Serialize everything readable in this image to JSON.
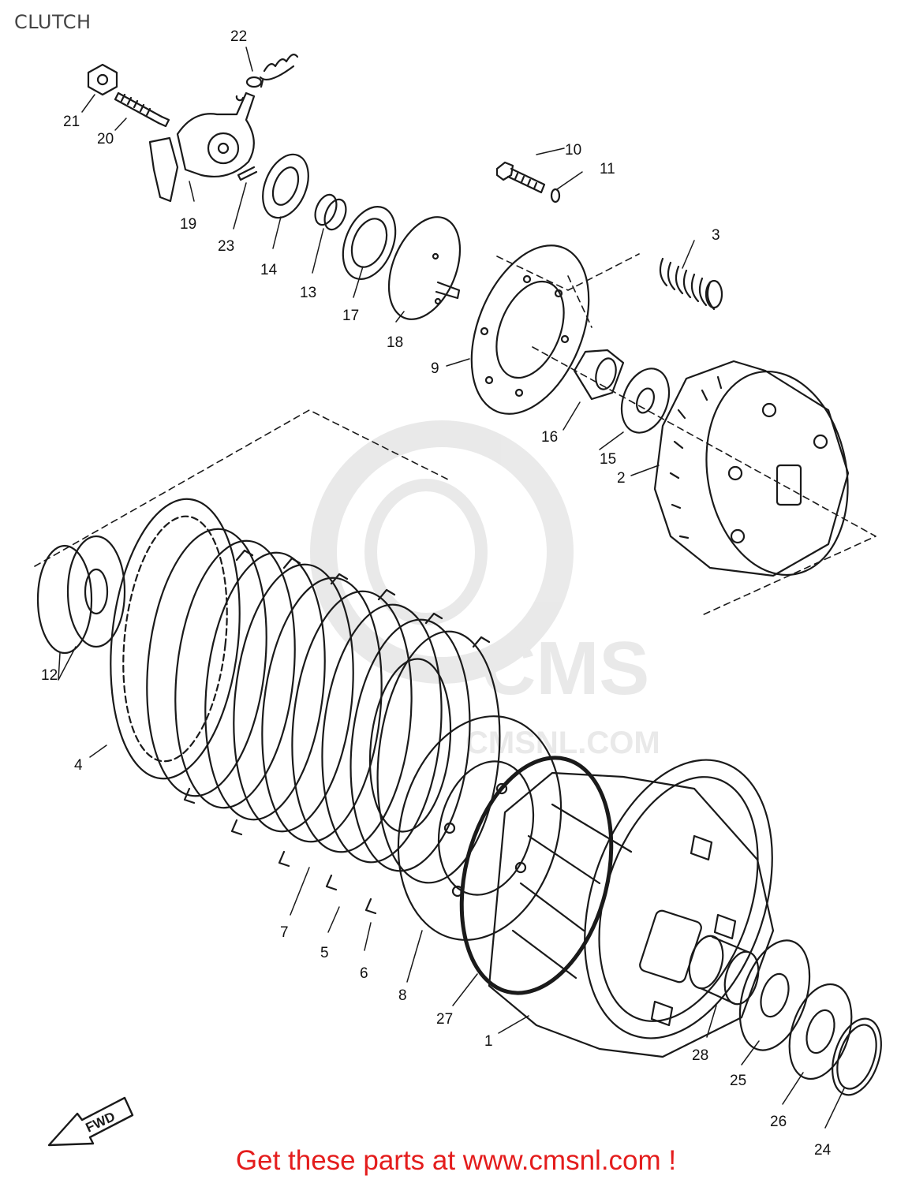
{
  "page_title": "CLUTCH",
  "callouts": [
    "1",
    "2",
    "3",
    "4",
    "5",
    "6",
    "7",
    "8",
    "9",
    "10",
    "11",
    "12",
    "13",
    "14",
    "15",
    "16",
    "17",
    "18",
    "19",
    "20",
    "21",
    "22",
    "23",
    "24",
    "25",
    "26",
    "27",
    "28"
  ],
  "fwd_label": "FWD",
  "watermark_text": "CMS",
  "watermark_url": "CMSNL.COM",
  "banner": "Get these parts at www.cmsnl.com !",
  "colors": {
    "ink": "#1a1a1a",
    "banner": "#e41c1c",
    "watermark": "#d8d8d8"
  }
}
